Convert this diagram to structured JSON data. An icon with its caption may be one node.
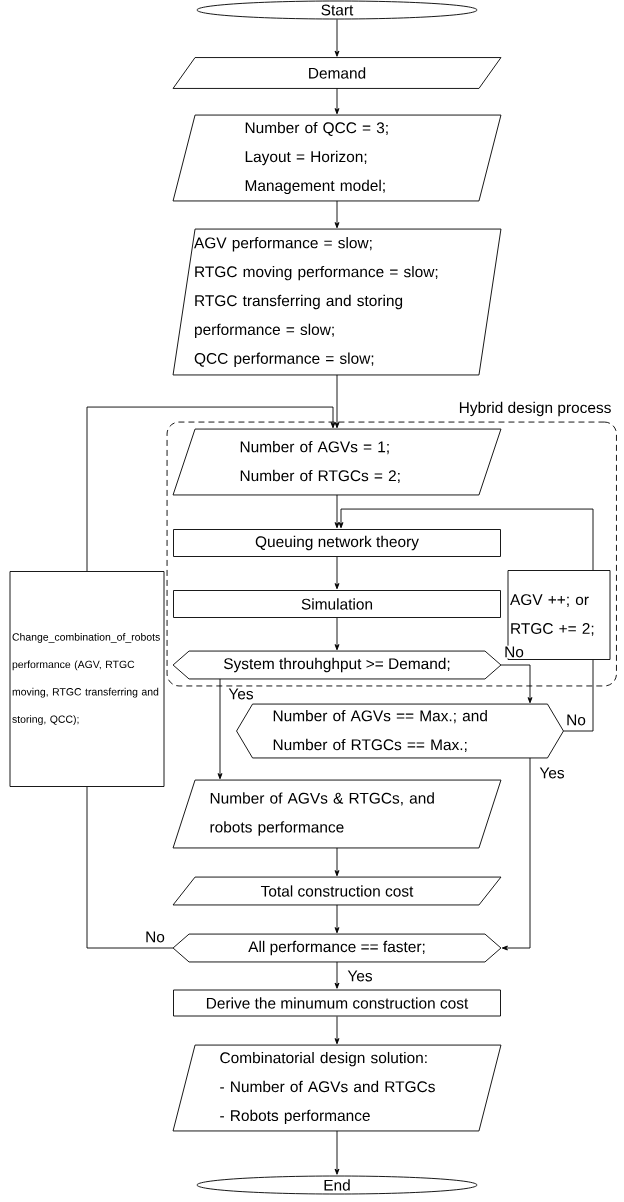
{
  "diagram": {
    "nodes": [
      {
        "text": [
          "Start"
        ]
      },
      {
        "text": [
          "Demand"
        ]
      },
      {
        "text": [
          "Number of QCC = 3;",
          "Layout = Horizon;",
          "Management model;"
        ]
      },
      {
        "text": [
          "AGV performance = slow;",
          "RTGC moving performance = slow;",
          "RTGC transferring and storing performance = slow;",
          "QCC performance = slow;"
        ]
      },
      {
        "text": [
          "Hybrid design process"
        ]
      },
      {
        "text": [
          "Number of AGVs = 1;",
          "Number of RTGCs = 2;"
        ],
        "in": 4
      },
      {
        "text": [
          "Queuing network theory"
        ],
        "in": 4
      },
      {
        "text": [
          "Simulation"
        ],
        "in": 4
      },
      {
        "text": [
          "System throuhghput >= Demand;"
        ],
        "in": 4
      },
      {
        "text": [
          "AGV ++; or RTGC += 2;"
        ],
        "in": 4
      },
      {
        "text": [
          "Change_combination_of_robots performance (AGV, RTGC moving, RTGC transferring and storing, QCC);"
        ]
      },
      {
        "text": [
          "Number of AGVs == Max.; and",
          "Number of RTGCs == Max.;"
        ]
      },
      {
        "text": [
          "Number of AGVs & RTGCs, and robots performance"
        ]
      },
      {
        "text": [
          "Total construction cost"
        ]
      },
      {
        "text": [
          "All performance == faster;"
        ]
      },
      {
        "text": [
          "Derive the minumum construction cost"
        ]
      },
      {
        "text": [
          "Combinatorial design solution:",
          "- Number of AGVs and RTGCs",
          "- Robots performance"
        ]
      },
      {
        "text": [
          "End"
        ]
      }
    ],
    "edges": [
      {
        "from": 0,
        "to": 1,
        "arrow": "to"
      },
      {
        "from": 1,
        "to": 2,
        "arrow": "to"
      },
      {
        "from": 2,
        "to": 3,
        "arrow": "to"
      },
      {
        "from": 3,
        "to": 5,
        "arrow": "to"
      },
      {
        "from": 10,
        "to": 5,
        "arrow": "to"
      },
      {
        "from": 5,
        "to": 6,
        "arrow": "to"
      },
      {
        "from": 9,
        "to": 6,
        "arrow": "to"
      },
      {
        "from": 6,
        "to": 7,
        "arrow": "to"
      },
      {
        "from": 7,
        "to": 8,
        "arrow": "to"
      },
      {
        "from": 8,
        "to": 11,
        "arrow": "to",
        "label": "No"
      },
      {
        "from": 8,
        "to": 12,
        "arrow": "to",
        "label": "Yes"
      },
      {
        "from": 11,
        "to": 9,
        "arrow": "none",
        "label": "No"
      },
      {
        "from": 11,
        "to": 14,
        "arrow": "to",
        "label": "Yes"
      },
      {
        "from": 12,
        "to": 13,
        "arrow": "to"
      },
      {
        "from": 13,
        "to": 14,
        "arrow": "to"
      },
      {
        "from": 14,
        "to": 10,
        "arrow": "none",
        "label": "No"
      },
      {
        "from": 14,
        "to": 15,
        "arrow": "to",
        "label": "Yes"
      },
      {
        "from": 15,
        "to": 16,
        "arrow": "to"
      },
      {
        "from": 16,
        "to": 17,
        "arrow": "to"
      }
    ]
  }
}
